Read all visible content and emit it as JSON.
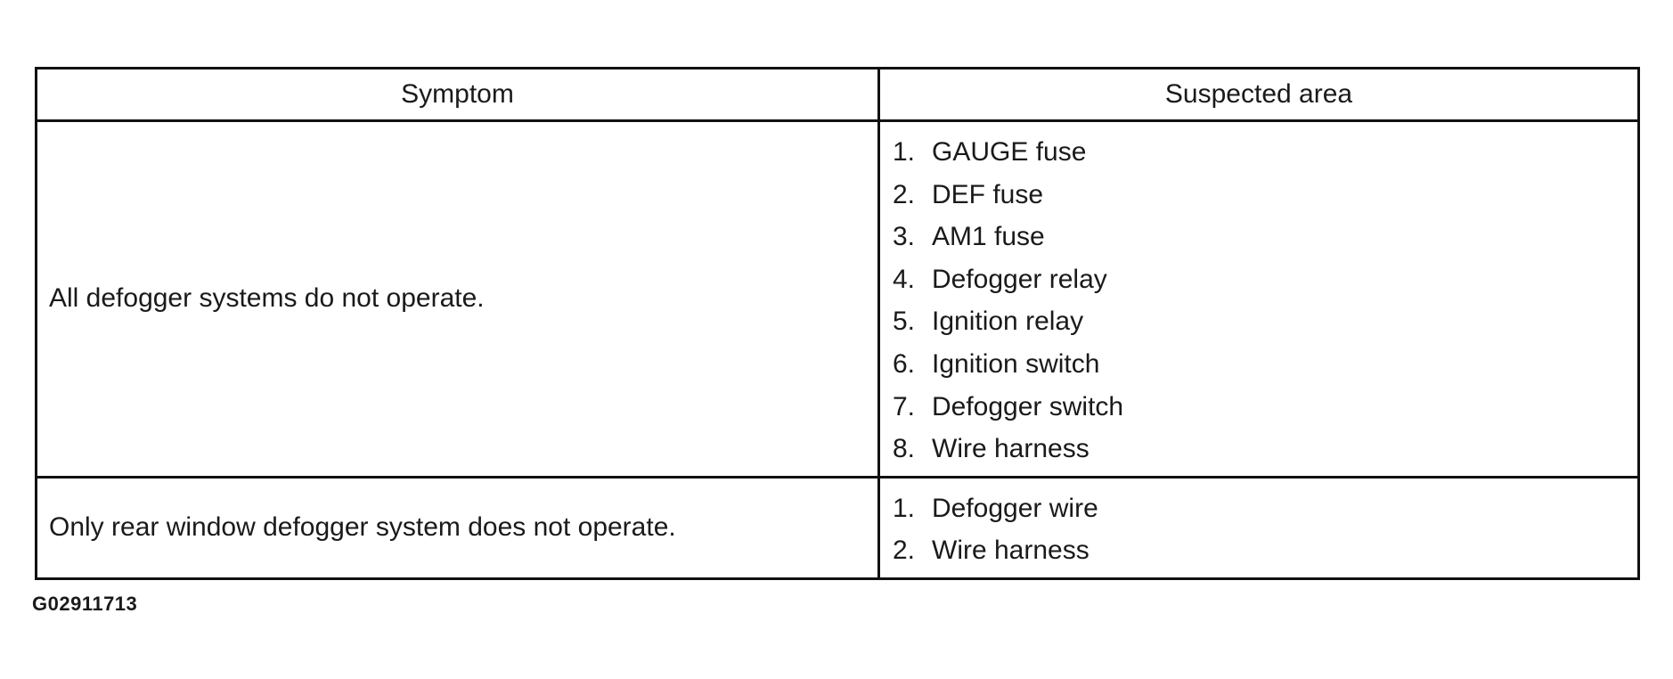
{
  "table": {
    "headers": {
      "symptom": "Symptom",
      "suspected_area": "Suspected area"
    },
    "rows": [
      {
        "symptom": "All defogger systems do not operate.",
        "suspected_areas": [
          {
            "num": "1.",
            "text": "GAUGE fuse"
          },
          {
            "num": "2.",
            "text": "DEF fuse"
          },
          {
            "num": "3.",
            "text": "AM1 fuse"
          },
          {
            "num": "4.",
            "text": "Defogger relay"
          },
          {
            "num": "5.",
            "text": "Ignition relay"
          },
          {
            "num": "6.",
            "text": "Ignition switch"
          },
          {
            "num": "7.",
            "text": "Defogger switch"
          },
          {
            "num": "8.",
            "text": "Wire harness"
          }
        ]
      },
      {
        "symptom": "Only rear window defogger system does not operate.",
        "suspected_areas": [
          {
            "num": "1.",
            "text": "Defogger wire"
          },
          {
            "num": "2.",
            "text": "Wire harness"
          }
        ]
      }
    ]
  },
  "figure_id": "G02911713"
}
